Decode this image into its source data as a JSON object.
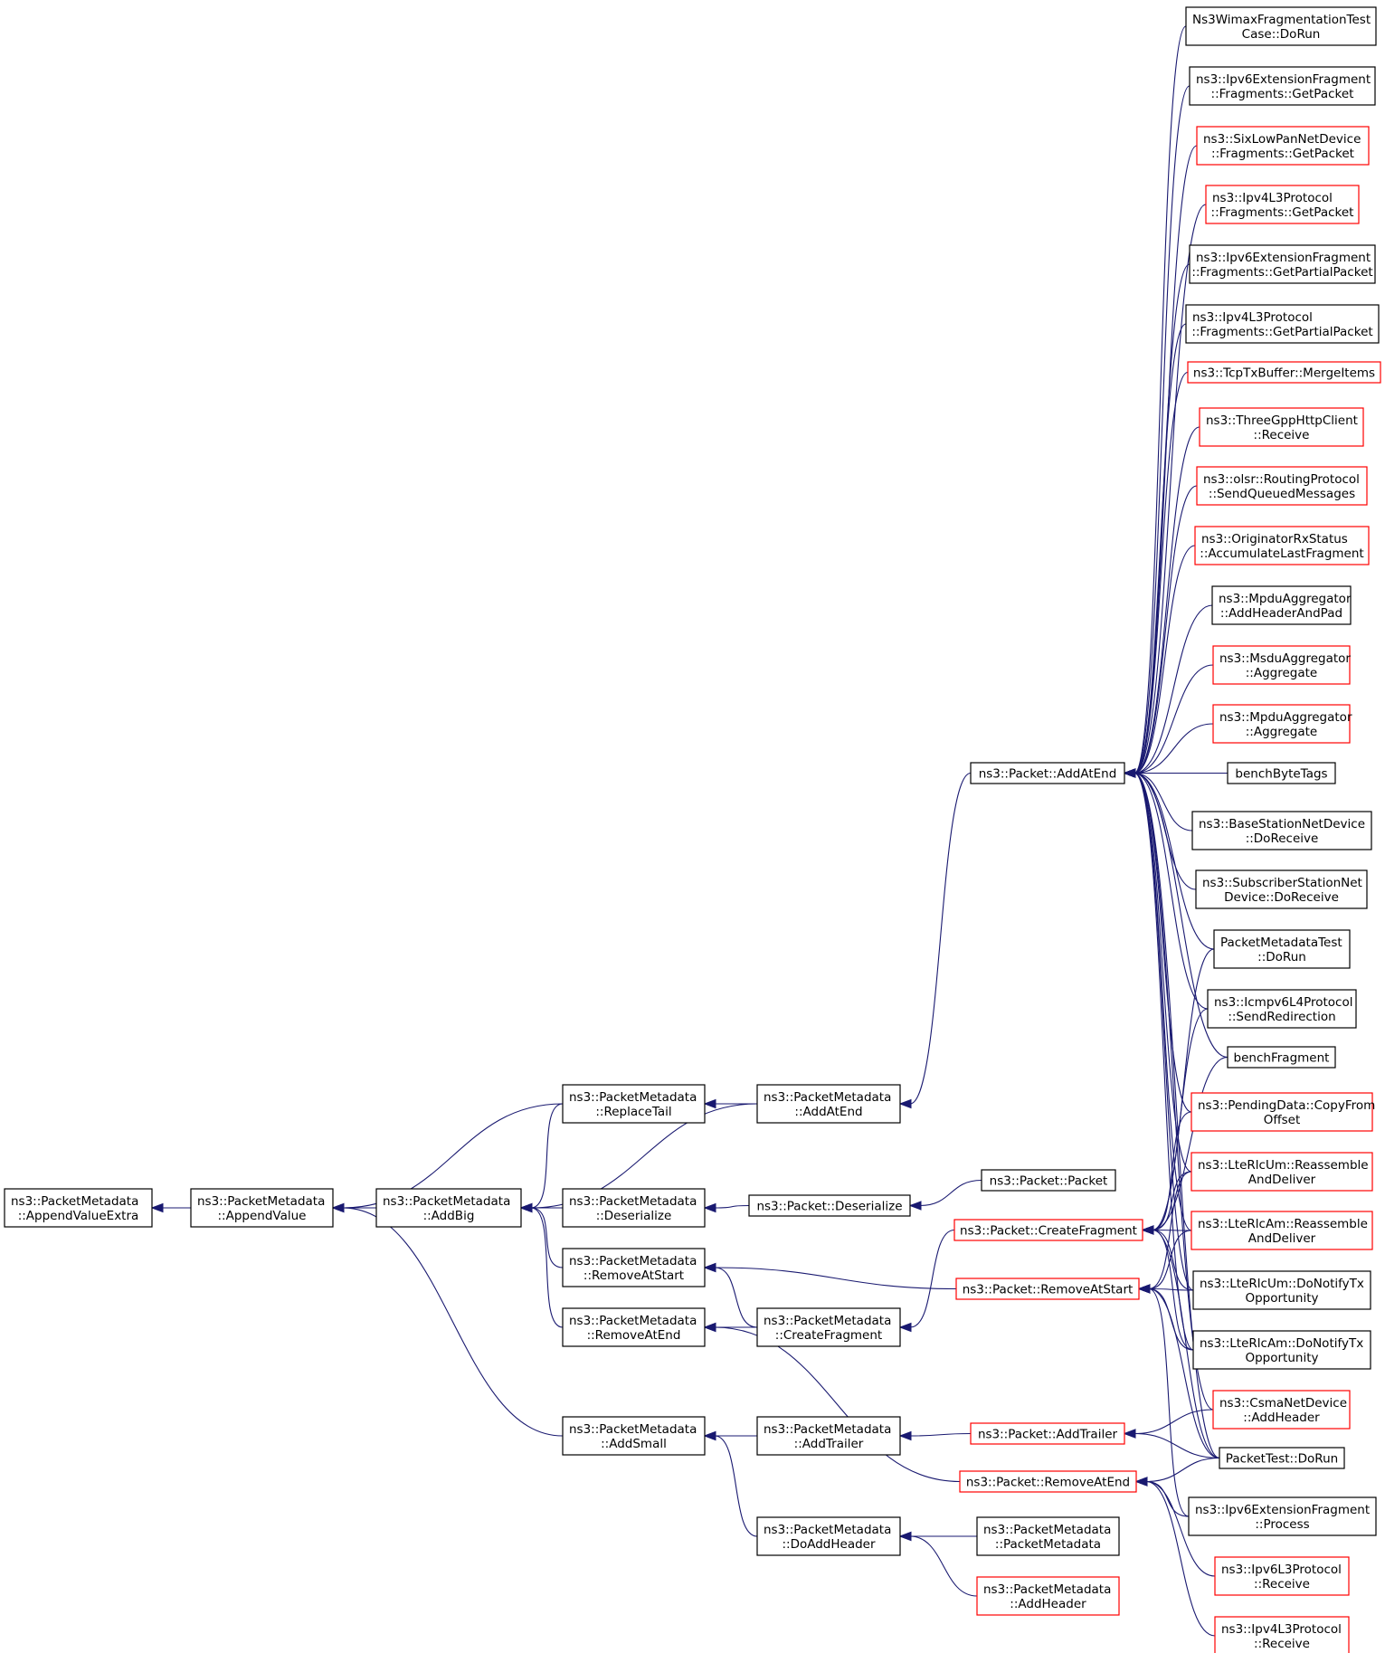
{
  "colors": {
    "edge": "#191970",
    "node_border": "#000000",
    "node_border_link": "#ff0000",
    "root_fill": "#bfbfbf",
    "node_fill": "#ffffff"
  },
  "nodes": [
    {
      "id": "n0",
      "lines": [
        "ns3::PacketMetadata",
        "::AppendValueExtra"
      ],
      "border": "black",
      "root": true
    },
    {
      "id": "n1",
      "lines": [
        "ns3::PacketMetadata",
        "::AppendValue"
      ],
      "border": "black"
    },
    {
      "id": "n2",
      "lines": [
        "ns3::PacketMetadata",
        "::AddBig"
      ],
      "border": "black"
    },
    {
      "id": "n3",
      "lines": [
        "ns3::PacketMetadata",
        "::ReplaceTail"
      ],
      "border": "black"
    },
    {
      "id": "n4",
      "lines": [
        "ns3::PacketMetadata",
        "::AddAtEnd"
      ],
      "border": "black"
    },
    {
      "id": "n5",
      "lines": [
        "ns3::PacketMetadata",
        "::Deserialize"
      ],
      "border": "black"
    },
    {
      "id": "n6",
      "lines": [
        "ns3::PacketMetadata",
        "::RemoveAtStart"
      ],
      "border": "black"
    },
    {
      "id": "n7",
      "lines": [
        "ns3::PacketMetadata",
        "::RemoveAtEnd"
      ],
      "border": "black"
    },
    {
      "id": "n8",
      "lines": [
        "ns3::PacketMetadata",
        "::AddSmall"
      ],
      "border": "black"
    },
    {
      "id": "n9",
      "lines": [
        "ns3::Packet::AddAtEnd"
      ],
      "border": "black"
    },
    {
      "id": "n10",
      "lines": [
        "ns3::Packet::Deserialize"
      ],
      "border": "black"
    },
    {
      "id": "n11",
      "lines": [
        "ns3::Packet::Packet"
      ],
      "border": "black"
    },
    {
      "id": "n12",
      "lines": [
        "ns3::Packet::CreateFragment"
      ],
      "border": "red"
    },
    {
      "id": "n13",
      "lines": [
        "ns3::PacketMetadata",
        "::CreateFragment"
      ],
      "border": "black"
    },
    {
      "id": "n14",
      "lines": [
        "ns3::Packet::RemoveAtStart"
      ],
      "border": "red"
    },
    {
      "id": "n15",
      "lines": [
        "ns3::PacketMetadata",
        "::AddTrailer"
      ],
      "border": "black"
    },
    {
      "id": "n16",
      "lines": [
        "ns3::Packet::AddTrailer"
      ],
      "border": "red"
    },
    {
      "id": "n17",
      "lines": [
        "ns3::Packet::RemoveAtEnd"
      ],
      "border": "red"
    },
    {
      "id": "n18",
      "lines": [
        "ns3::PacketMetadata",
        "::DoAddHeader"
      ],
      "border": "black"
    },
    {
      "id": "n19",
      "lines": [
        "ns3::PacketMetadata",
        "::PacketMetadata"
      ],
      "border": "black"
    },
    {
      "id": "n20",
      "lines": [
        "ns3::PacketMetadata",
        "::AddHeader"
      ],
      "border": "red"
    },
    {
      "id": "r0",
      "lines": [
        "Ns3WimaxFragmentationTest",
        "Case::DoRun"
      ],
      "border": "black"
    },
    {
      "id": "r1",
      "lines": [
        "ns3::Ipv6ExtensionFragment",
        "::Fragments::GetPacket"
      ],
      "border": "black"
    },
    {
      "id": "r2",
      "lines": [
        "ns3::SixLowPanNetDevice",
        "::Fragments::GetPacket"
      ],
      "border": "red"
    },
    {
      "id": "r3",
      "lines": [
        "ns3::Ipv4L3Protocol",
        "::Fragments::GetPacket"
      ],
      "border": "red"
    },
    {
      "id": "r4",
      "lines": [
        "ns3::Ipv6ExtensionFragment",
        "::Fragments::GetPartialPacket"
      ],
      "border": "black"
    },
    {
      "id": "r5",
      "lines": [
        "ns3::Ipv4L3Protocol",
        "::Fragments::GetPartialPacket"
      ],
      "border": "black"
    },
    {
      "id": "r6",
      "lines": [
        "ns3::TcpTxBuffer::MergeItems"
      ],
      "border": "red"
    },
    {
      "id": "r7",
      "lines": [
        "ns3::ThreeGppHttpClient",
        "::Receive"
      ],
      "border": "red"
    },
    {
      "id": "r8",
      "lines": [
        "ns3::olsr::RoutingProtocol",
        "::SendQueuedMessages"
      ],
      "border": "red"
    },
    {
      "id": "r9",
      "lines": [
        "ns3::OriginatorRxStatus",
        "::AccumulateLastFragment"
      ],
      "border": "red"
    },
    {
      "id": "r10",
      "lines": [
        "ns3::MpduAggregator",
        "::AddHeaderAndPad"
      ],
      "border": "black"
    },
    {
      "id": "r11",
      "lines": [
        "ns3::MsduAggregator",
        "::Aggregate"
      ],
      "border": "red"
    },
    {
      "id": "r12",
      "lines": [
        "ns3::MpduAggregator",
        "::Aggregate"
      ],
      "border": "red"
    },
    {
      "id": "r13",
      "lines": [
        "benchByteTags"
      ],
      "border": "black"
    },
    {
      "id": "r14",
      "lines": [
        "ns3::BaseStationNetDevice",
        "::DoReceive"
      ],
      "border": "black"
    },
    {
      "id": "r15",
      "lines": [
        "ns3::SubscriberStationNet",
        "Device::DoReceive"
      ],
      "border": "black"
    },
    {
      "id": "r16",
      "lines": [
        "PacketMetadataTest",
        "::DoRun"
      ],
      "border": "black"
    },
    {
      "id": "r17",
      "lines": [
        "ns3::Icmpv6L4Protocol",
        "::SendRedirection"
      ],
      "border": "black"
    },
    {
      "id": "r18",
      "lines": [
        "benchFragment"
      ],
      "border": "black"
    },
    {
      "id": "r19",
      "lines": [
        "ns3::PendingData::CopyFrom",
        "Offset"
      ],
      "border": "red"
    },
    {
      "id": "r20",
      "lines": [
        "ns3::LteRlcUm::Reassemble",
        "AndDeliver"
      ],
      "border": "red"
    },
    {
      "id": "r21",
      "lines": [
        "ns3::LteRlcAm::Reassemble",
        "AndDeliver"
      ],
      "border": "red"
    },
    {
      "id": "r22",
      "lines": [
        "ns3::LteRlcUm::DoNotifyTx",
        "Opportunity"
      ],
      "border": "black"
    },
    {
      "id": "r23",
      "lines": [
        "ns3::LteRlcAm::DoNotifyTx",
        "Opportunity"
      ],
      "border": "black"
    },
    {
      "id": "r24",
      "lines": [
        "ns3::CsmaNetDevice",
        "::AddHeader"
      ],
      "border": "red"
    },
    {
      "id": "r25",
      "lines": [
        "PacketTest::DoRun"
      ],
      "border": "black"
    },
    {
      "id": "r26",
      "lines": [
        "ns3::Ipv6ExtensionFragment",
        "::Process"
      ],
      "border": "black"
    },
    {
      "id": "r27",
      "lines": [
        "ns3::Ipv6L3Protocol",
        "::Receive"
      ],
      "border": "red"
    },
    {
      "id": "r28",
      "lines": [
        "ns3::Ipv4L3Protocol",
        "::Receive"
      ],
      "border": "red"
    }
  ],
  "edges": [
    [
      "n1",
      "n0"
    ],
    [
      "n2",
      "n1"
    ],
    [
      "n3",
      "n1"
    ],
    [
      "n8",
      "n1"
    ],
    [
      "n3",
      "n2"
    ],
    [
      "n4",
      "n2"
    ],
    [
      "n5",
      "n2"
    ],
    [
      "n6",
      "n2"
    ],
    [
      "n7",
      "n2"
    ],
    [
      "n4",
      "n3"
    ],
    [
      "n9",
      "n4"
    ],
    [
      "n10",
      "n5"
    ],
    [
      "n11",
      "n10"
    ],
    [
      "n13",
      "n6"
    ],
    [
      "n14",
      "n6"
    ],
    [
      "n13",
      "n7"
    ],
    [
      "n17",
      "n7"
    ],
    [
      "n12",
      "n13"
    ],
    [
      "n15",
      "n8"
    ],
    [
      "n18",
      "n8"
    ],
    [
      "n16",
      "n15"
    ],
    [
      "n19",
      "n18"
    ],
    [
      "n20",
      "n18"
    ],
    [
      "r0",
      "n9"
    ],
    [
      "r1",
      "n9"
    ],
    [
      "r2",
      "n9"
    ],
    [
      "r3",
      "n9"
    ],
    [
      "r4",
      "n9"
    ],
    [
      "r5",
      "n9"
    ],
    [
      "r6",
      "n9"
    ],
    [
      "r7",
      "n9"
    ],
    [
      "r8",
      "n9"
    ],
    [
      "r9",
      "n9"
    ],
    [
      "r10",
      "n9"
    ],
    [
      "r11",
      "n9"
    ],
    [
      "r12",
      "n9"
    ],
    [
      "r13",
      "n9"
    ],
    [
      "r14",
      "n9"
    ],
    [
      "r15",
      "n9"
    ],
    [
      "r16",
      "n9"
    ],
    [
      "r17",
      "n9"
    ],
    [
      "r18",
      "n9"
    ],
    [
      "r19",
      "n9"
    ],
    [
      "r20",
      "n9"
    ],
    [
      "r21",
      "n9"
    ],
    [
      "r22",
      "n9"
    ],
    [
      "r23",
      "n9"
    ],
    [
      "r24",
      "n9"
    ],
    [
      "r25",
      "n9"
    ],
    [
      "r16",
      "n12"
    ],
    [
      "r17",
      "n12"
    ],
    [
      "r18",
      "n12"
    ],
    [
      "r19",
      "n12"
    ],
    [
      "r20",
      "n12"
    ],
    [
      "r21",
      "n12"
    ],
    [
      "r22",
      "n12"
    ],
    [
      "r23",
      "n12"
    ],
    [
      "r25",
      "n12"
    ],
    [
      "r20",
      "n14"
    ],
    [
      "r21",
      "n14"
    ],
    [
      "r22",
      "n14"
    ],
    [
      "r23",
      "n14"
    ],
    [
      "r25",
      "n14"
    ],
    [
      "r26",
      "n14"
    ],
    [
      "r24",
      "n16"
    ],
    [
      "r25",
      "n16"
    ],
    [
      "r25",
      "n17"
    ],
    [
      "r26",
      "n17"
    ],
    [
      "r27",
      "n17"
    ],
    [
      "r28",
      "n17"
    ]
  ]
}
